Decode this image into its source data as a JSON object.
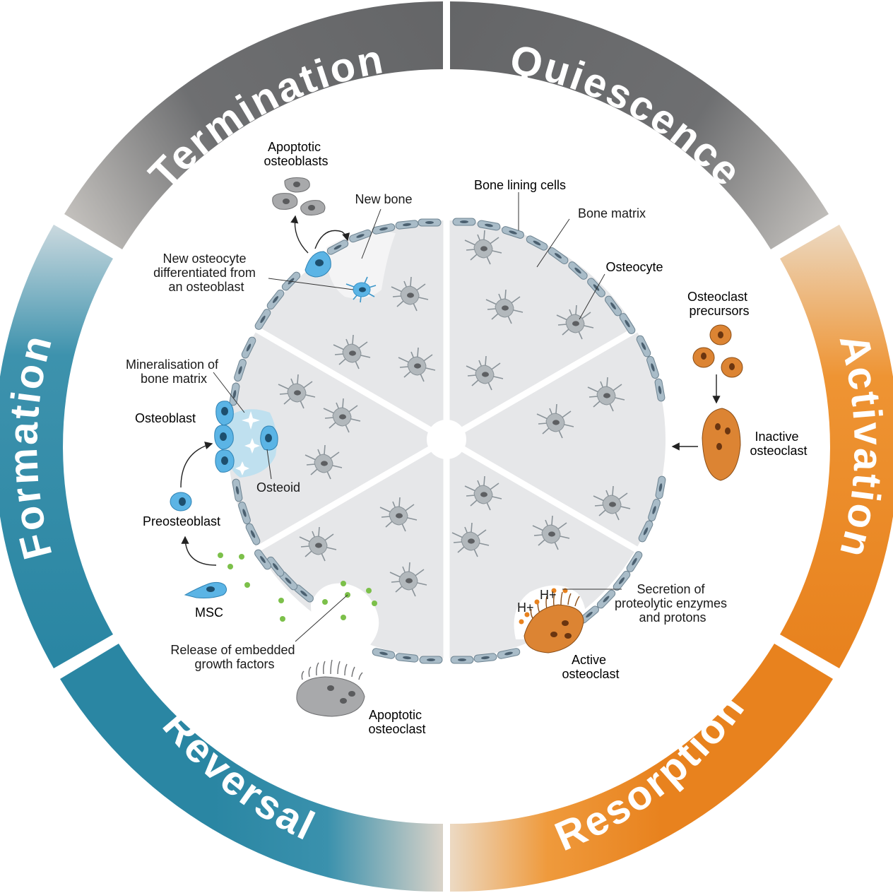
{
  "phases": {
    "quiescence": "Quiescence",
    "activation": "Activation",
    "resorption": "Resorption",
    "reversal": "Reversal",
    "formation": "Formation",
    "termination": "Termination"
  },
  "labels": {
    "apoptotic_osteoblasts": [
      "Apoptotic",
      "osteoblasts"
    ],
    "new_bone": "New bone",
    "new_osteocyte": [
      "New osteocyte",
      "differentiated from",
      "an osteoblast"
    ],
    "bone_lining_cells": "Bone lining cells",
    "bone_matrix": "Bone matrix",
    "osteocyte": "Osteocyte",
    "osteoclast_precursors": [
      "Osteoclast",
      "precursors"
    ],
    "inactive_osteoclast": [
      "Inactive",
      "osteoclast"
    ],
    "mineralisation": [
      "Mineralisation of",
      "bone matrix"
    ],
    "osteoblast": "Osteoblast",
    "osteoid": "Osteoid",
    "preosteoblast": "Preosteoblast",
    "msc": "MSC",
    "growth_factors": [
      "Release of embedded",
      "growth factors"
    ],
    "apoptotic_osteoclast": [
      "Apoptotic",
      "osteoclast"
    ],
    "secretion": [
      "Secretion of",
      "proteolytic enzymes",
      "and protons"
    ],
    "active_osteoclast": [
      "Active",
      "osteoclast"
    ],
    "h_plus": "H+"
  },
  "colors": {
    "gray_ring": "#6b6c6e",
    "orange_ring": "#e8821e",
    "teal_ring": "#2a86a3",
    "bone": "#e6e7e9",
    "lining_cell": "#a9bcc8",
    "osteoblast": "#5bb4e5",
    "osteoclast": "#dc8433",
    "growth_factor": "#7cc04a"
  }
}
